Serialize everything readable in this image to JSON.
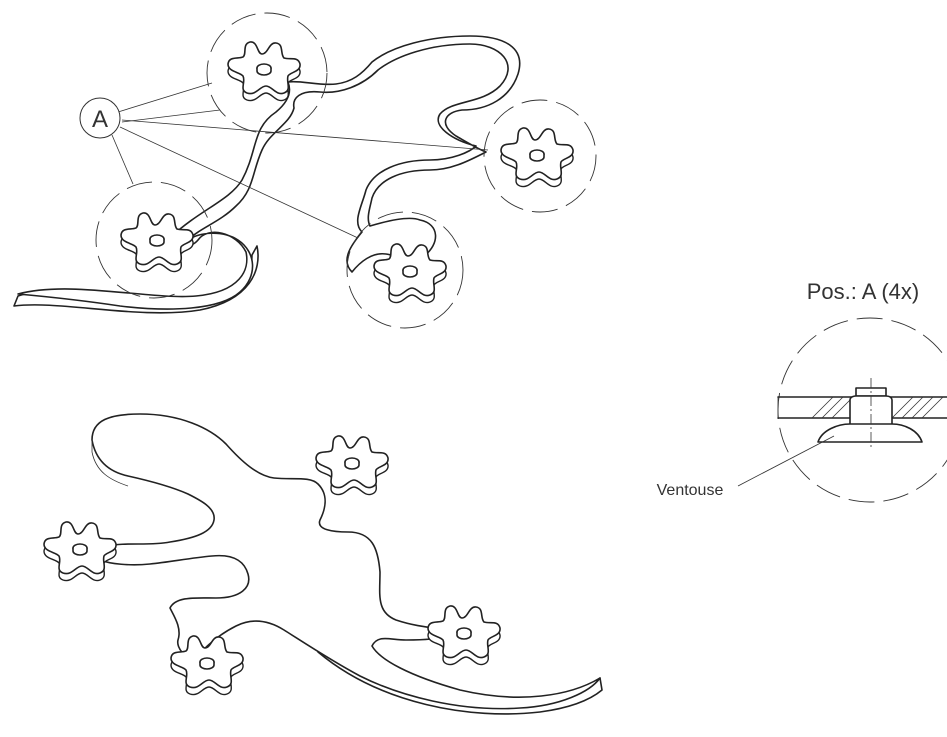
{
  "callout": {
    "letter": "A"
  },
  "detail": {
    "title": "Pos.: A (4x)",
    "part_label": "Ventouse"
  }
}
